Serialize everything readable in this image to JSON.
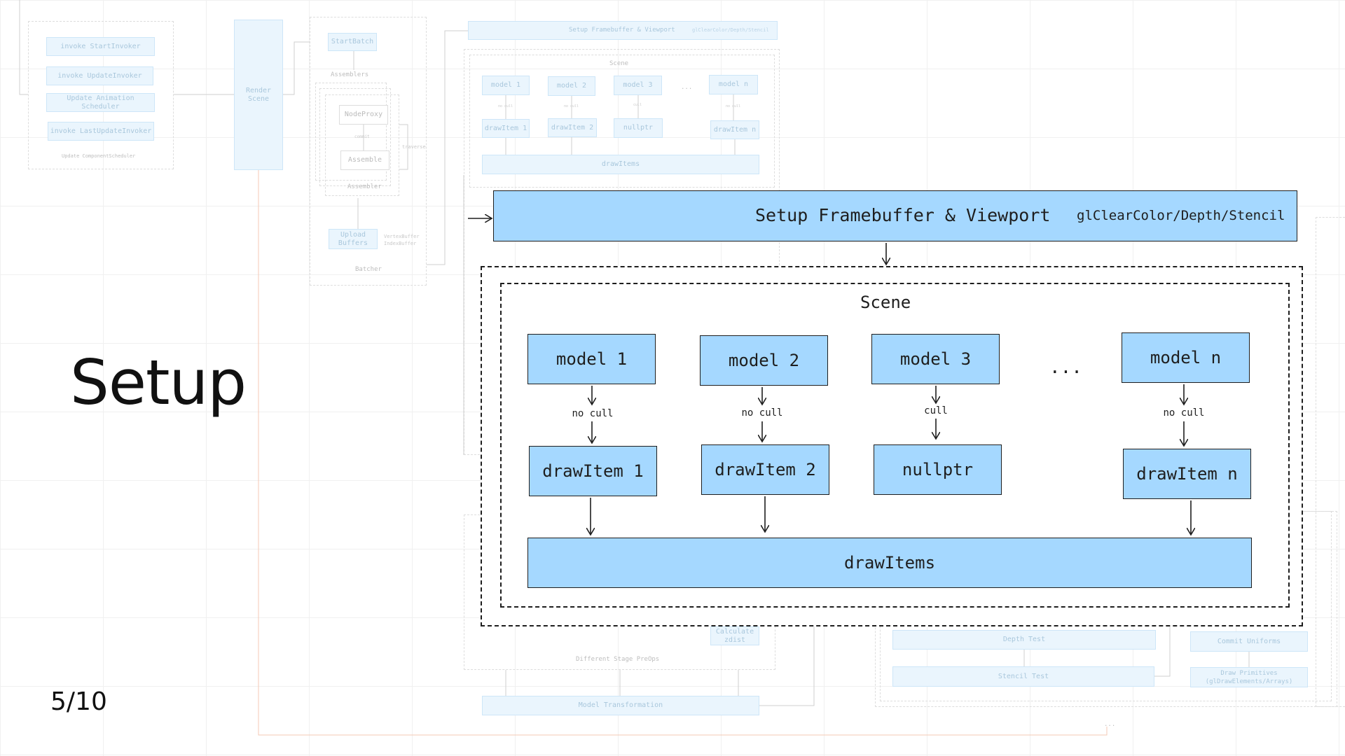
{
  "slide": {
    "title": "Setup",
    "page_indicator": "5/10"
  },
  "background_diagram": {
    "update_group": {
      "items": [
        "invoke StartInvoker",
        "invoke UpdateInvoker",
        "Update Animation Scheduler",
        "invoke LastUpdateInvoker"
      ],
      "caption": "Update ComponentScheduler"
    },
    "render_scene": "Render Scene",
    "batcher": {
      "start": "StartBatch",
      "assemblers_label": "Assemblers",
      "node_proxy": "NodeProxy",
      "commit_label": "commit",
      "assemble": "Assemble",
      "assembler_label": "Assembler",
      "traverse_label": "traverse",
      "upload": "Upload Buffers",
      "buffers_note": "VertexBuffer IndexBuffer",
      "caption": "Batcher"
    },
    "setup_small": {
      "label": "Setup Framebuffer & Viewport",
      "note": "glClearColor/Depth/Stencil",
      "scene_label": "Scene",
      "models": [
        "model 1",
        "model 2",
        "model 3",
        "model n"
      ],
      "ellipsis": "...",
      "edges": [
        "no cull",
        "no cull",
        "cull",
        "no cull"
      ],
      "draw_items": [
        "drawItem 1",
        "drawItem 2",
        "nullptr",
        "drawItem n"
      ],
      "draw_items_bar": "drawItems"
    },
    "lower": {
      "calculate": "Calculate zdist",
      "stage_caption": "Different Stage PreOps",
      "model_transformation": "Model Transformation",
      "depth_test": "Depth Test",
      "stencil_test": "Stencil Test",
      "commit_uniforms": "Commit Uniforms",
      "draw_primitives": "Draw Primitives (glDrawElements/Arrays)",
      "trailing_dots": "..."
    }
  },
  "main_diagram": {
    "setup_bar": {
      "label": "Setup Framebuffer & Viewport",
      "note": "glClearColor/Depth/Stencil"
    },
    "scene_label": "Scene",
    "models": [
      "model 1",
      "model 2",
      "model 3",
      "model n"
    ],
    "ellipsis": "...",
    "edges": [
      "no cull",
      "no cull",
      "cull",
      "no cull"
    ],
    "draw_items": [
      "drawItem 1",
      "drawItem 2",
      "nullptr",
      "drawItem n"
    ],
    "draw_items_bar": "drawItems"
  },
  "colors": {
    "box_fill": "#a5d8ff",
    "stroke": "#1e1e1e",
    "faded_fill": "#eaf5fd",
    "accent_line": "#f5c9b5"
  }
}
